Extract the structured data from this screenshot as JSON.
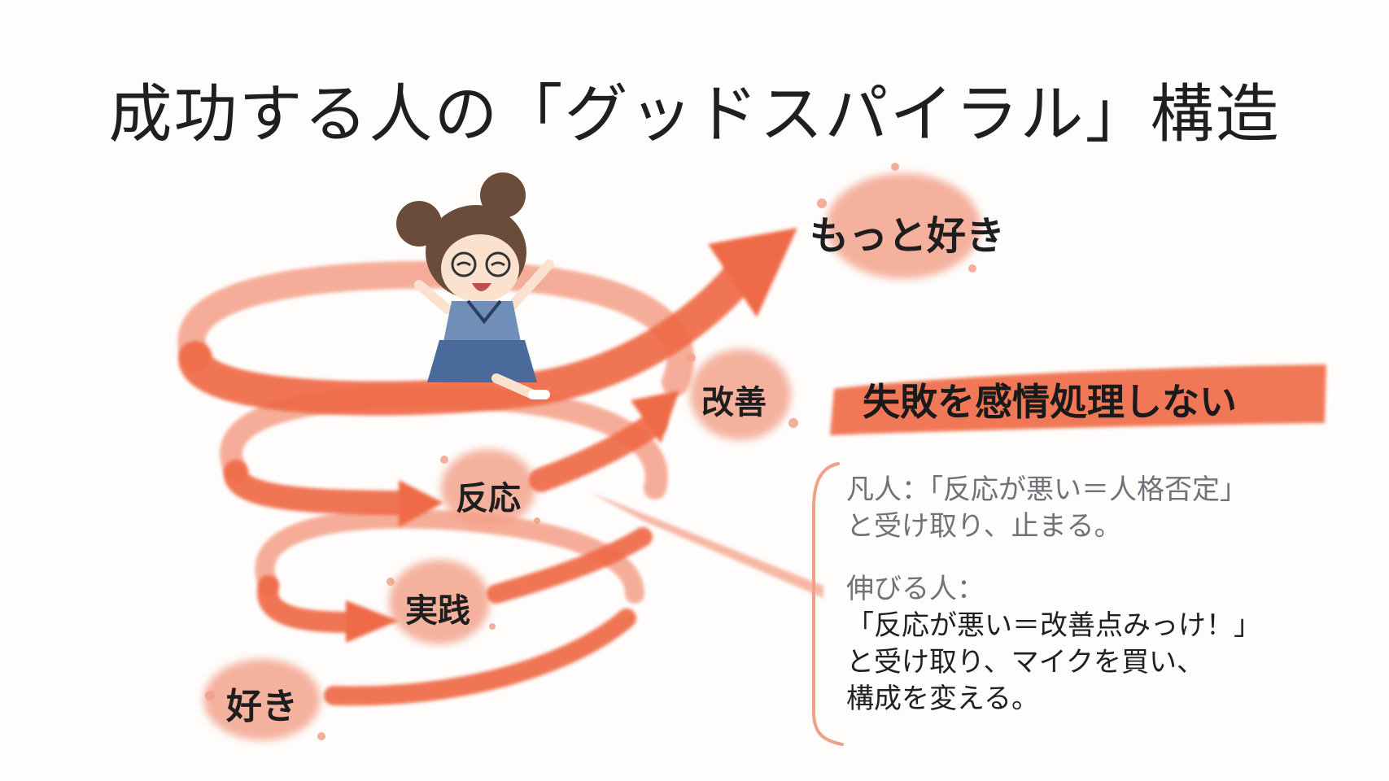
{
  "title": "成功する人の「グッドスパイラル」構造",
  "steps": {
    "like": "好き",
    "practice": "実践",
    "reaction": "反応",
    "improve": "改善",
    "more_like": "もっと好き"
  },
  "banner": "失敗を感情処理しない",
  "note": {
    "ordinary_line1": "凡人：「反応が悪い＝人格否定」",
    "ordinary_line2": "と受け取り、止まる。",
    "growing_header": "伸びる人：",
    "growing_line1": "「反応が悪い＝改善点みっけ！」",
    "growing_line2": "と受け取り、マイクを買い、",
    "growing_line3": "構成を変える。"
  },
  "colors": {
    "arrow": "#ef6b47",
    "arrow_light": "#f4a088",
    "splash": "#f3a48d",
    "banner": "#ef6a45",
    "gray_text": "#6f7278",
    "dark_text": "#202020"
  }
}
